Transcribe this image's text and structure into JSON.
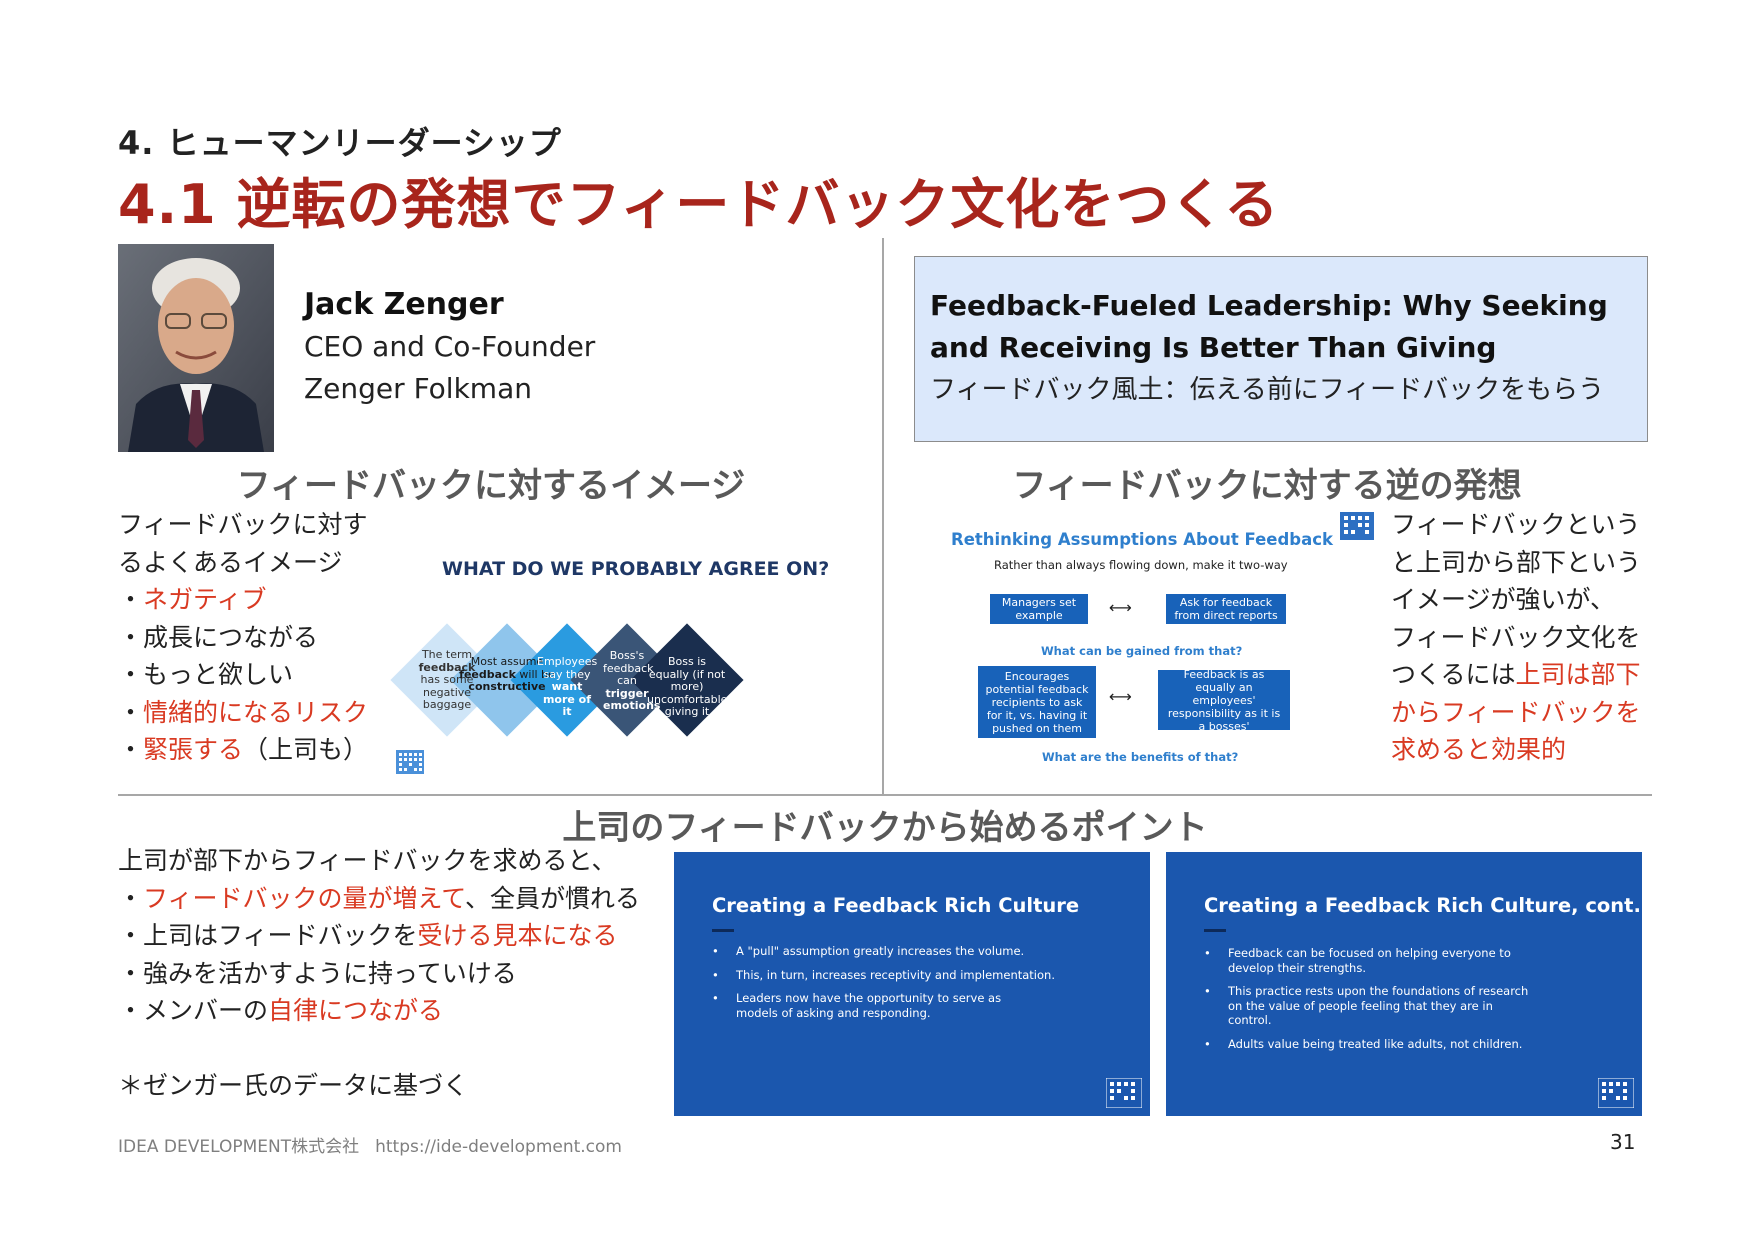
{
  "header": {
    "section": "4. ヒューマンリーダーシップ",
    "title": "4.1 逆転の発想でフィードバック文化をつくる"
  },
  "profile": {
    "name": "Jack Zenger",
    "role": "CEO and Co-Founder",
    "company": "Zenger Folkman"
  },
  "article": {
    "title": "Feedback-Fueled Leadership: Why Seeking and Receiving Is Better Than Giving",
    "subtitle": "フィードバック風土：伝える前にフィードバックをもらう"
  },
  "left_section": {
    "heading": "フィードバックに対するイメージ",
    "intro_1": "フィードバックに対す",
    "intro_2": "るよくあるイメージ",
    "bullets": [
      {
        "text": "・ネガティブ",
        "bullet": "・",
        "highlight": "ネガティブ",
        "rest": ""
      },
      {
        "text": "・成長につながる",
        "bullet": "・",
        "highlight": "",
        "rest": "成長につながる"
      },
      {
        "text": "・もっと欲しい",
        "bullet": "・",
        "highlight": "",
        "rest": "もっと欲しい"
      },
      {
        "text": "・情緒的になるリスク",
        "bullet": "・",
        "highlight": "情緒的になるリスク",
        "rest": ""
      },
      {
        "text": "・緊張する（上司も）",
        "bullet": "・",
        "highlight": "緊張する",
        "rest": "（上司も）"
      }
    ]
  },
  "slide_agree": {
    "heading": "WHAT DO WE PROBABLY AGREE ON?",
    "items": [
      {
        "text_1": "The term",
        "bold": "feedback",
        "text_2": "has some negative baggage",
        "color": "#cfe5f7",
        "text_color": "#333333"
      },
      {
        "text_1": "Most assume",
        "bold": "feedback",
        "text_2": "will be",
        "bold_2": "constructive",
        "color": "#8fc5ec",
        "text_color": "#1a1a1a"
      },
      {
        "text_1": "Employees say they",
        "bold": "want more of it",
        "color": "#2a9be0",
        "text_color": "#ffffff"
      },
      {
        "text_1": "Boss's feedback can",
        "bold": "trigger emotions",
        "color": "#3a5577",
        "text_color": "#ffffff"
      },
      {
        "text_1": "Boss is equally (if not more) uncomfortable giving it",
        "color": "#1a2e4e",
        "text_color": "#ffffff"
      }
    ]
  },
  "right_section": {
    "heading": "フィードバックに対する逆の発想",
    "lines": [
      {
        "text": "フィードバックという",
        "red": false
      },
      {
        "text": "と上司から部下という",
        "red": false
      },
      {
        "text": "イメージが強いが、",
        "red": false
      },
      {
        "text": "フィードバック文化を",
        "red": false
      },
      {
        "text": "つくるには",
        "red": false,
        "red_part": "上司は部下"
      },
      {
        "text": "からフィードバックを",
        "red": true
      },
      {
        "text": "求めると効果的",
        "red": true
      }
    ]
  },
  "slide_rethink": {
    "title": "Rethinking Assumptions About Feedback",
    "subtitle": "Rather than always flowing down, make it two-way",
    "box_1": "Managers set example",
    "box_2": "Ask for feedback from direct reports",
    "question_1": "What can be gained from that?",
    "box_3": "Encourages potential feedback recipients to ask for it, vs. having it pushed on them",
    "box_4": "Feedback is as equally an employees' responsibility as it is a bosses'",
    "question_2": "What are the benefits of that?",
    "arrow": "⟷"
  },
  "bottom_section": {
    "heading": "上司のフィードバックから始めるポイント",
    "intro": "上司が部下からフィードバックを求めると、",
    "bullets": [
      {
        "bullet": "・",
        "pre": "",
        "highlight": "フィードバックの量が増えて",
        "rest": "、全員が慣れる"
      },
      {
        "bullet": "・",
        "pre": "上司はフィードバックを",
        "highlight": "受ける見本になる",
        "rest": ""
      },
      {
        "bullet": "・",
        "pre": "強みを活かすように持っていける",
        "highlight": "",
        "rest": ""
      },
      {
        "bullet": "・",
        "pre": "メンバーの",
        "highlight": "自律につながる",
        "rest": ""
      }
    ],
    "note": "＊ゼンガー氏のデータに基づく"
  },
  "slide_culture_1": {
    "title": "Creating a Feedback Rich Culture",
    "bullets": [
      "A \"pull\" assumption greatly increases the volume.",
      "This, in turn, increases receptivity and implementation.",
      "Leaders now have the opportunity to serve as models of asking and responding."
    ]
  },
  "slide_culture_2": {
    "title": "Creating a Feedback Rich Culture, cont.",
    "bullets": [
      "Feedback can be focused on helping everyone to develop their strengths.",
      "This practice rests upon the foundations of research on the value of people feeling that they are in control.",
      "Adults value being treated like adults, not children."
    ]
  },
  "footer": {
    "company": "IDEA DEVELOPMENT株式会社",
    "url": "https://ide-development.com",
    "page": "31"
  },
  "colors": {
    "title_red": "#a8251c",
    "highlight_red": "#d93a22",
    "slide_blue": "#1b57ae",
    "article_bg": "#dbe8fb"
  }
}
